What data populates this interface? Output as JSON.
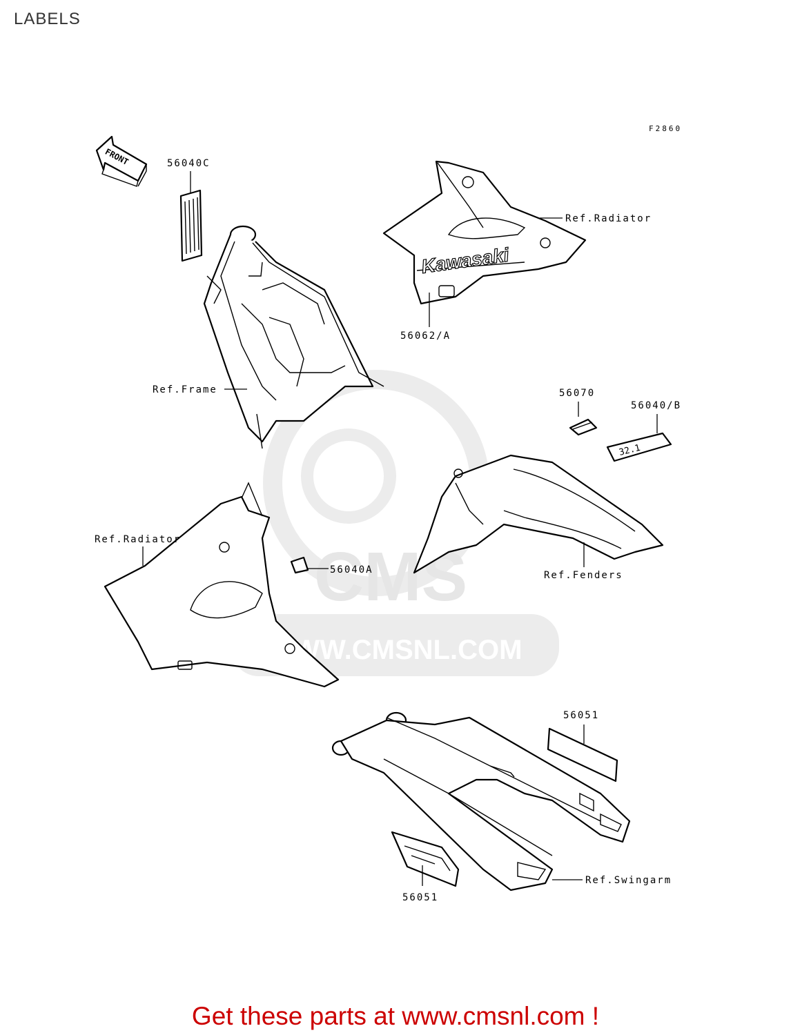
{
  "page": {
    "title": "LABELS"
  },
  "figure": {
    "code": "F2860",
    "front_arrow": "FRONT"
  },
  "watermark": {
    "text": "WWW.CMSNL.COM",
    "logo": "CMS"
  },
  "labels": {
    "p56040C": "56040C",
    "ref_frame": "Ref.Frame",
    "ref_radiator_top": "Ref.Radiator",
    "p56062A": "56062/A",
    "brand": "Kawasaki",
    "p56070": "56070",
    "p56040B": "56040/B",
    "sticker_text": "32.1",
    "ref_radiator_left": "Ref.Radiator",
    "p56040A": "56040A",
    "ref_fenders": "Ref.Fenders",
    "p56051_top": "56051",
    "p56051_bottom": "56051",
    "ref_swingarm": "Ref.Swingarm"
  },
  "footer": {
    "text": "Get these parts at www.cmsnl.com !",
    "color": "#cc0000"
  }
}
